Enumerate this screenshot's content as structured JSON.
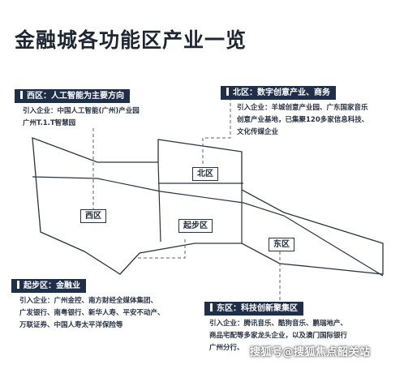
{
  "title": "金融城各功能区产业一览",
  "zones": {
    "west": {
      "tag": "西区：人工智能为主要方向",
      "lines": [
        "引入企业：中国人工智能(广州)产业园",
        "广州T.1.T智慧园"
      ],
      "map_label": "西区"
    },
    "north": {
      "tag": "北区：数字创意产业、商务",
      "lines": [
        "引入企业：羊城创意产业园、广东国家音乐",
        "创意产业基地，已集聚120多家信息科技、",
        "文化传媒企业"
      ],
      "map_label": "北区"
    },
    "start": {
      "tag": "起步区：金融业",
      "lines": [
        "引入企业：广州金控、南方财经全媒体集团、",
        "广发银行、南粤银行、新华人寿、平安不动产、",
        "万联证券、中国人寿太平洋保险等"
      ],
      "map_label": "起步区"
    },
    "east": {
      "tag": "东区：科技创新聚集区",
      "lines": [
        "引入企业：腾讯音乐、酷狗音乐、鹏瑞地产、",
        "商品宅配等多家龙头企业，以及澳门国际银行",
        "广州分行、"
      ],
      "map_label": "东区"
    }
  },
  "watermark": "搜狐号@搜狐焦点韶关站",
  "colors": {
    "title": "#1e2533",
    "tag_bg": "#1f2f4a",
    "line": "#2a3344"
  }
}
